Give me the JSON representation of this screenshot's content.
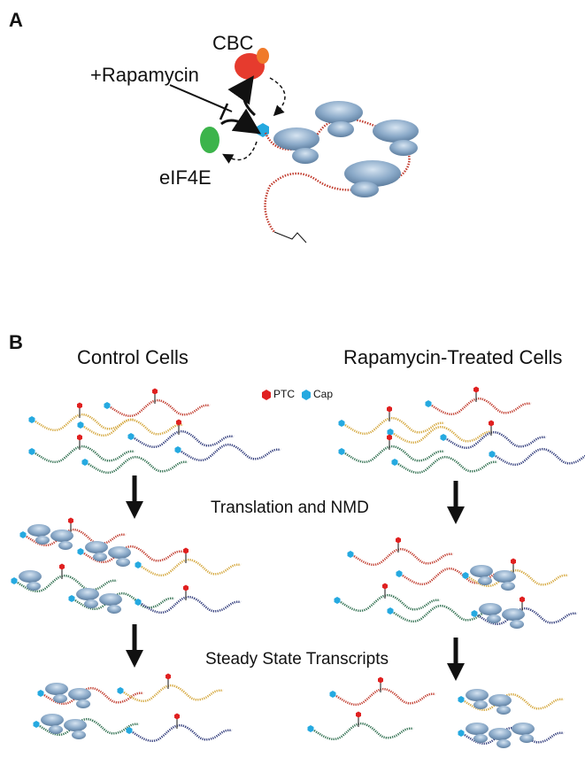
{
  "panel_a": {
    "letter": "A",
    "cbc_label": "CBC",
    "rapamycin_label": "+Rapamycin",
    "eif4e_label": "eIF4E",
    "colors": {
      "cbc": "#e63b2e",
      "cbc_accent": "#f07a2a",
      "eif4e": "#3cb44b",
      "cap": "#25a9e0",
      "mrna": "#c0392b",
      "ribosome": "#8aa9c8"
    }
  },
  "panel_b": {
    "letter": "B",
    "control_title": "Control Cells",
    "treated_title": "Rapamycin-Treated Cells",
    "legend": {
      "ptc_label": "PTC",
      "cap_label": "Cap",
      "ptc_color": "#e02020",
      "cap_color": "#25a9e0"
    },
    "step1_label": "Translation and NMD",
    "step2_label": "Steady State Transcripts",
    "transcript_colors": {
      "red": "#c0392b",
      "yellow": "#d4a63a",
      "green": "#2e6e4e",
      "purple": "#2f3a7a"
    }
  }
}
